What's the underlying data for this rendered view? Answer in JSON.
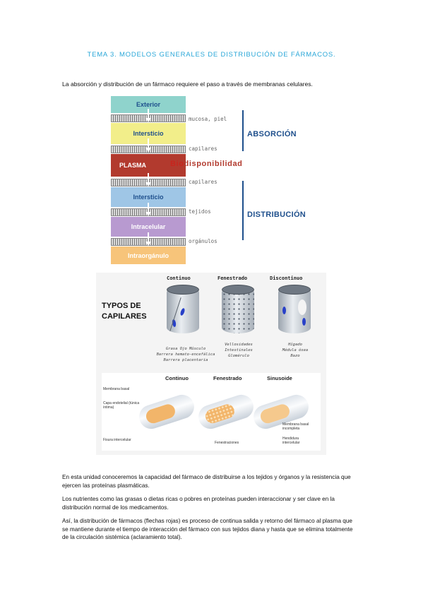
{
  "title": "TEMA 3. MODELOS GENERALES DE DISTRIBUCIÓN DE FÁRMACOS.",
  "intro": "La absorción y distribución de un fármaco requiere el paso a través de membranas celulares.",
  "membrane_figure": {
    "layers": [
      "Exterior",
      "Intersticio",
      "PLASMA",
      "Intersticio",
      "Intracelular",
      "Intraorgánulo"
    ],
    "membranes": [
      "mucosa, piel",
      "capilares",
      "capilares",
      "tejidos",
      "orgánulos"
    ],
    "bio_prefix": "Bio",
    "bio_suffix": "disponibilidad",
    "absorcion": "ABSORCIÓN",
    "distribucion": "DISTRIBUCIÓN"
  },
  "capillary_figure": {
    "title_line1": "TYPOS DE",
    "title_line2": "CAPILARES",
    "types": [
      "Continuo",
      "Fenestrado",
      "Discontinuo"
    ],
    "continuo_notes": [
      "Grasa  Ojo  Músculo",
      "Barrera  hemato-encefálica",
      "Barrera placentaria"
    ],
    "fenestrado_notes": [
      "Vellosidades",
      "Intestinales",
      "Glomérulo"
    ],
    "discontinuo_notes": [
      "Hígado",
      "Médula ósea",
      "Bazo"
    ],
    "bottom_types": [
      "Continuo",
      "Fenestrado",
      "Sinusoide"
    ],
    "bottom_labels": [
      "Membrana basal",
      "Capa endotelial (túnica íntima)",
      "Fisura intercelular",
      "Fenestraciones",
      "Membrana basal incompleta",
      "Hendidura intercelular"
    ]
  },
  "paragraphs": [
    "En esta unidad conoceremos la capacidad del fármaco de distribuirse a los tejidos y órganos y la resistencia que ejercen las proteínas plasmáticas.",
    "Los nutrientes como las grasas o dietas ricas o pobres en proteínas pueden interaccionar y ser clave en la distribución normal de los medicamentos.",
    "Así, la distribución de fármacos (flechas rojas) es proceso de continua salida y retorno del fármaco al plasma que se mantiene durante el tiempo de interacción del fármaco con sus tejidos diana y hasta que se elimina totalmente de la circulación sistémica (aclaramiento total)."
  ],
  "colors": {
    "title": "#2aa7d8",
    "exterior": "#8fd3cc",
    "intersticio": "#f2ee8a",
    "plasma": "#b23a2e",
    "intersticio2": "#9fc6e6",
    "intracelular": "#b89ad0",
    "intraorganulo": "#f7c47a",
    "bracket": "#1e4f8c",
    "bio": "#c8251e"
  }
}
